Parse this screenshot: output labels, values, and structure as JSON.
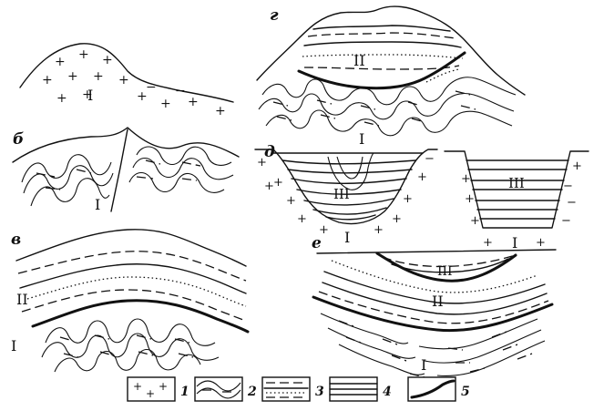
{
  "panel_letters": {
    "a": "",
    "b": "б",
    "v": "в",
    "g": "г",
    "d": "д",
    "e": "е"
  },
  "complex_labels": {
    "one": "I",
    "two": "II",
    "three": "III"
  },
  "legend": [
    {
      "id": "granite",
      "number": "1"
    },
    {
      "id": "folded-metamorphic",
      "number": "2"
    },
    {
      "id": "sedimentary-mixed",
      "number": "3"
    },
    {
      "id": "sedimentary-layered",
      "number": "4"
    },
    {
      "id": "unconformity-line",
      "number": "5"
    }
  ]
}
